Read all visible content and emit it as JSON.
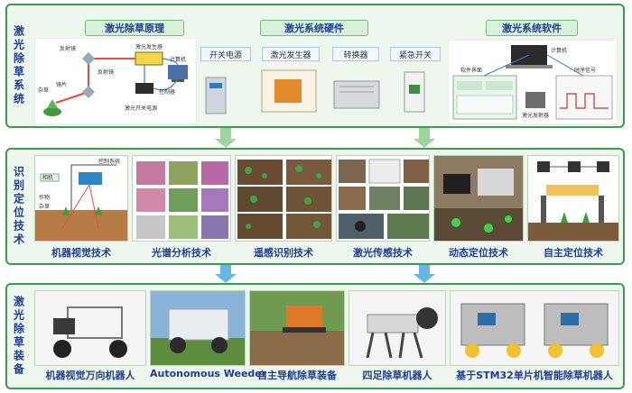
{
  "colors": {
    "panel_border": "#3d9a52",
    "panel_bg": "#eef7ee",
    "caption": "#1d3d8f",
    "arrow_green": "#9fd39f",
    "arrow_blue": "#69b7e6"
  },
  "rows": {
    "top": {
      "title": "激光除草系统",
      "principle": {
        "header": "激光除草原理",
        "labels": {
          "reflector": "反射镜",
          "laser_generator": "激光发生器",
          "reflector2": "反射镜",
          "computer": "计算机",
          "controller": "控制器",
          "weed": "杂草",
          "lens": "镜片",
          "laser_power": "激光开关电源"
        }
      },
      "hardware": {
        "header": "激光系统硬件",
        "items": [
          "开关电源",
          "激光发生器",
          "转换器",
          "紧急开关"
        ]
      },
      "software": {
        "header": "激光系统软件",
        "labels": {
          "computer": "计算机",
          "software_ui": "软件界面",
          "laser_emitter": "激光发射器",
          "timing_signal": "时序信号"
        }
      }
    },
    "middle": {
      "title": "识别定位技术",
      "items": [
        "机器视觉技术",
        "光谱分析技术",
        "遥感识别技术",
        "激光传感技术",
        "动态定位技术",
        "自主定位技术"
      ],
      "vision_labels": {
        "control_system": "控制系统",
        "camera": "相机",
        "crop": "作物",
        "weed": "杂草"
      }
    },
    "bottom": {
      "title": "激光除草装备",
      "items": [
        "机器视觉万向机器人",
        "Autonomous Weeder",
        "自主导航除草装备",
        "四足除草机器人",
        "基于STM32单片机智能除草机器人"
      ]
    }
  }
}
